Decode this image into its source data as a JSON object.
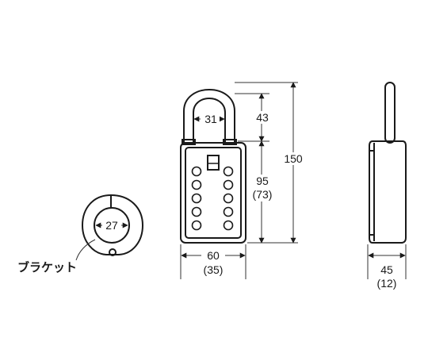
{
  "bracket": {
    "label": "ブラケット",
    "inner_diameter": "27"
  },
  "front_view": {
    "shackle_inner_width": "31",
    "shackle_height": "43",
    "total_height": "150",
    "body_height": "95",
    "body_height_alt": "(73)",
    "body_width": "60",
    "body_width_alt": "(35)"
  },
  "side_view": {
    "depth": "45",
    "depth_alt": "(12)"
  },
  "colors": {
    "line": "#1a1a1a",
    "fill": "#ffffff"
  }
}
